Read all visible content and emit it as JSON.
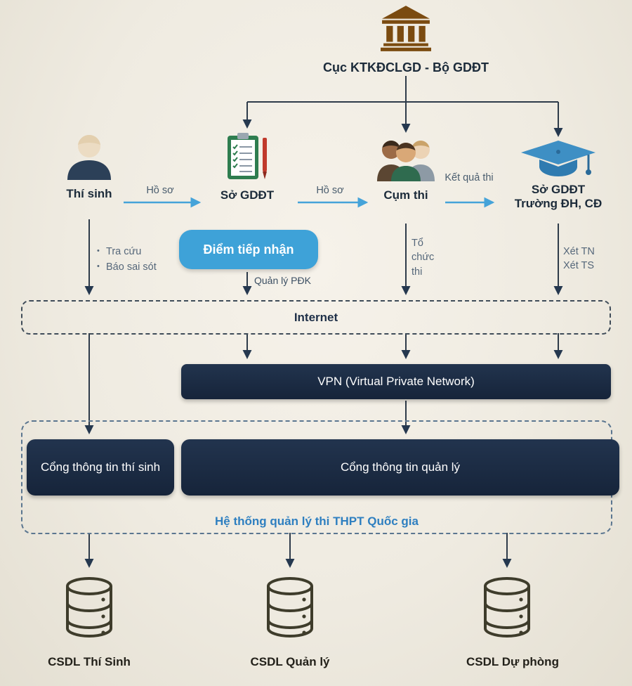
{
  "header": {
    "root_label": "Cục KTKĐCLGD - Bộ GDĐT"
  },
  "entities": [
    {
      "label": "Thí sinh"
    },
    {
      "label": "Sở GDĐT"
    },
    {
      "label": "Cụm thi"
    },
    {
      "label": "Sở GDĐT",
      "sublabel": "Trường ĐH, CĐ"
    }
  ],
  "flows": [
    {
      "label": "Hồ sơ"
    },
    {
      "label": "Hồ sơ"
    },
    {
      "label": "Kết quả thi"
    }
  ],
  "annotations": {
    "candidate_actions": [
      "Tra cứu",
      "Báo sai sót"
    ],
    "reception_point": "Điểm tiếp nhận",
    "registration_mgmt": "Quản lý PĐK",
    "cluster_action": "Tổ chức thi",
    "university_actions": [
      "Xét TN",
      "Xét TS"
    ]
  },
  "network": {
    "internet": "Internet",
    "vpn": "VPN (Virtual Private Network)"
  },
  "portals": {
    "candidate": "Cổng thông tin thí sinh",
    "management": "Cổng thông tin quản lý",
    "system_caption": "Hệ thống quản lý thi THPT Quốc gia"
  },
  "databases": [
    {
      "label": "CSDL Thí Sinh"
    },
    {
      "label": "CSDL Quản lý"
    },
    {
      "label": "CSDL Dự phòng"
    }
  ],
  "colors": {
    "accent_blue": "#3ea2d8",
    "navy": "#1e3147",
    "caption_blue": "#2e7fc0",
    "bank_brown": "#7b4b10",
    "db_outline": "#3e3c2b",
    "background": "#efebe1"
  }
}
